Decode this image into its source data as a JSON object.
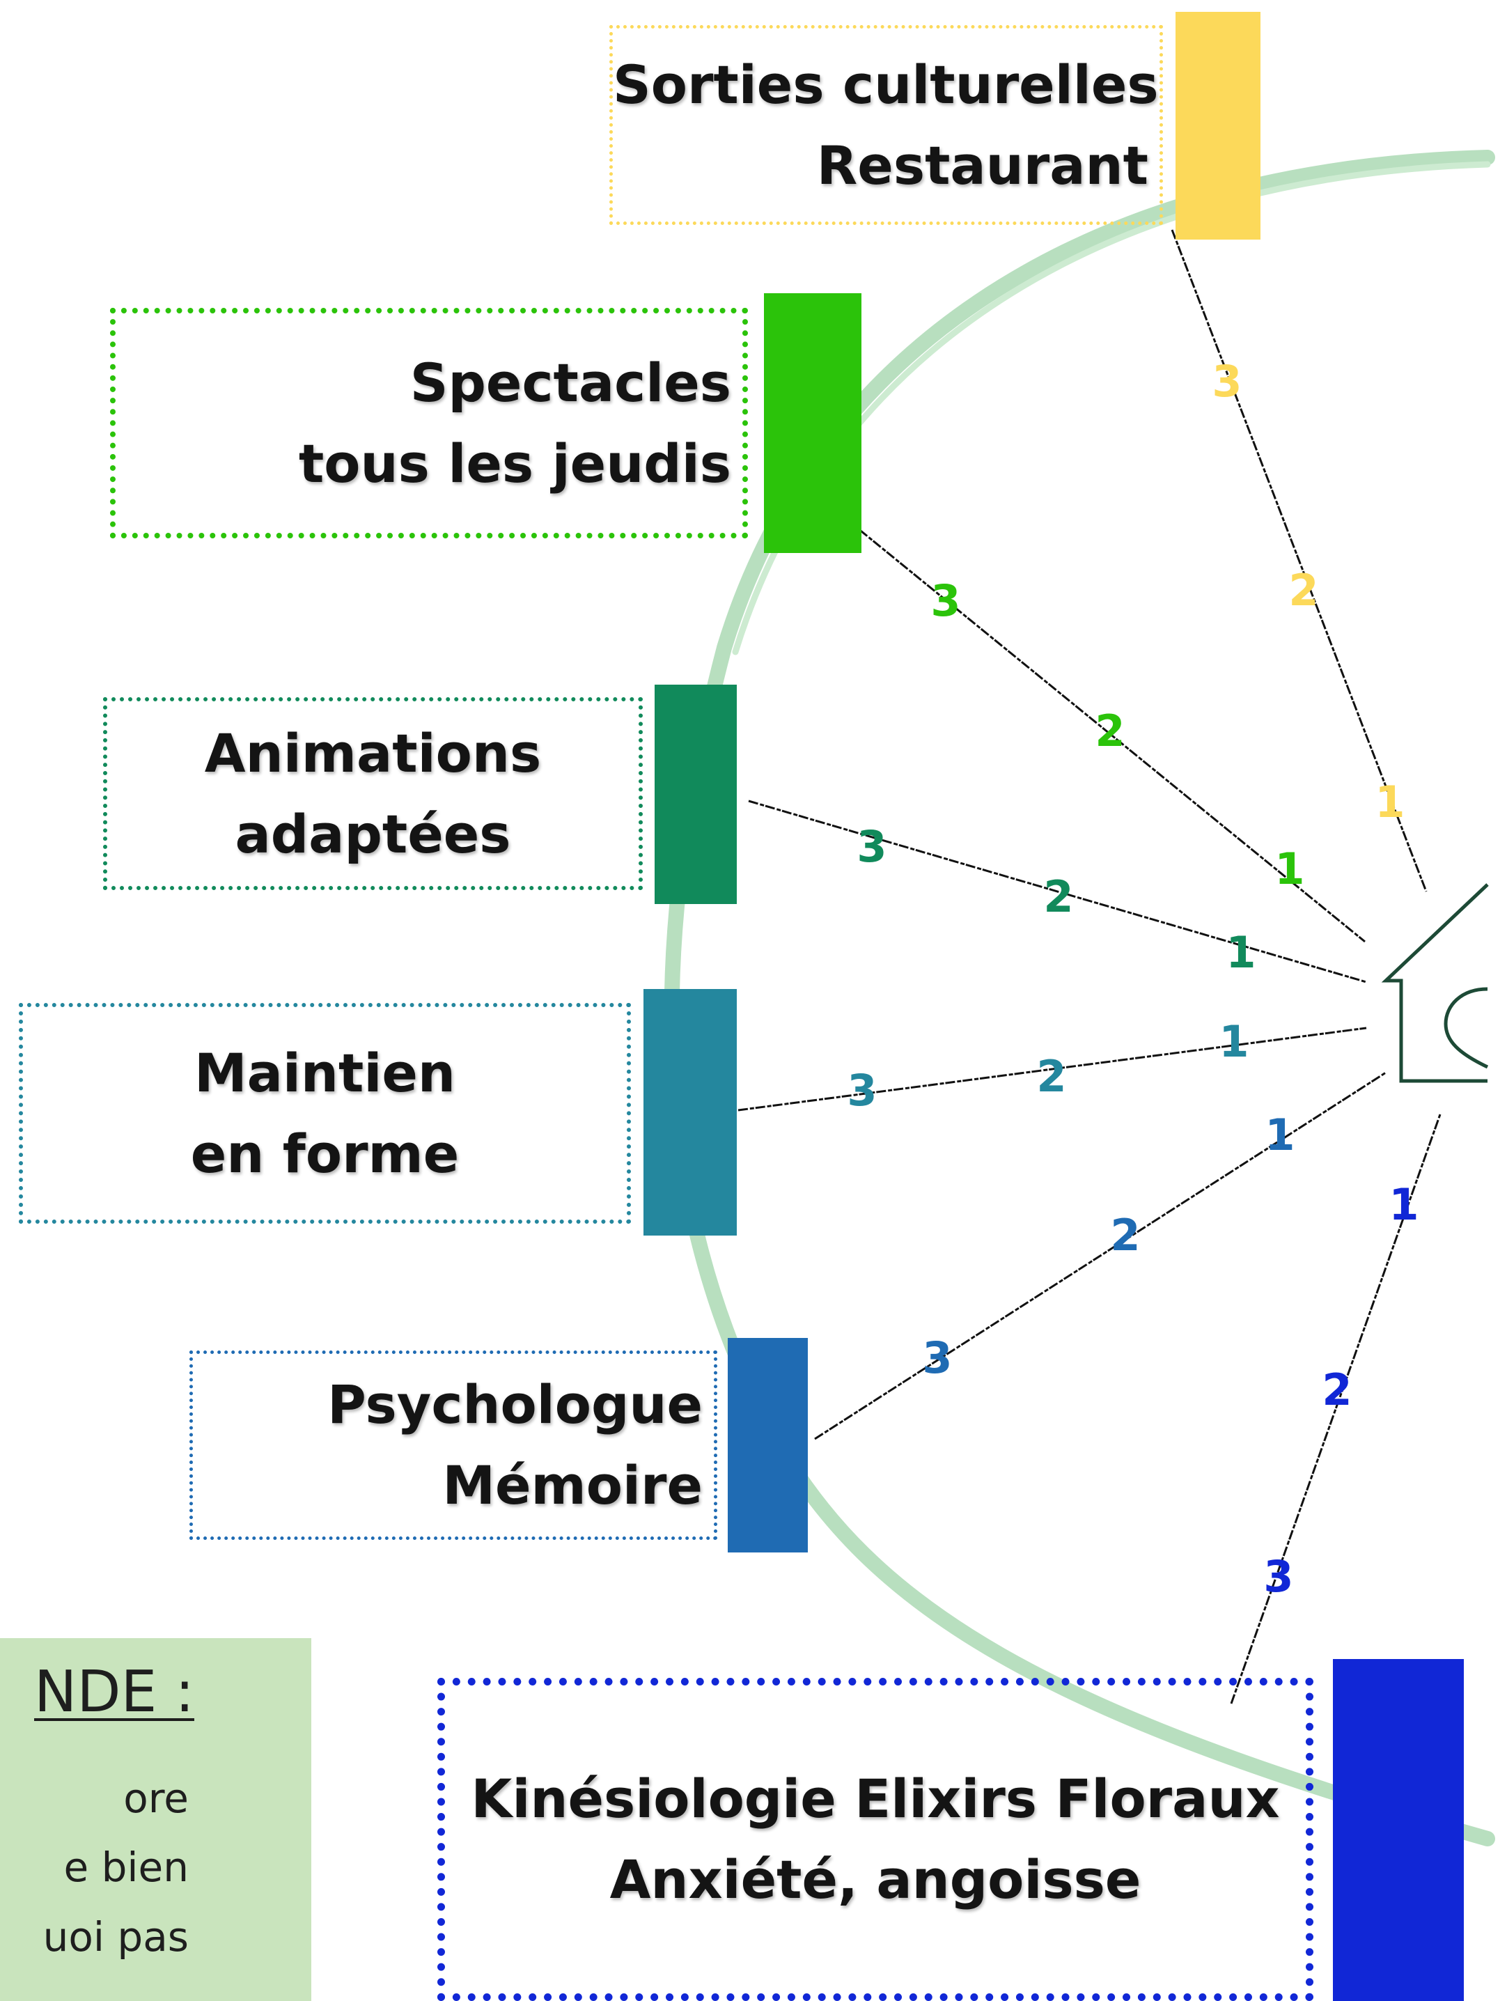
{
  "activities": [
    {
      "lines": [
        "Sorties culturelles",
        "Restaurant"
      ],
      "color": "#fcd95a",
      "ticks": [
        "3",
        "2",
        "1"
      ]
    },
    {
      "lines": [
        "Spectacles",
        "tous les jeudis"
      ],
      "color": "#2bc30a",
      "ticks": [
        "3",
        "2",
        "1"
      ]
    },
    {
      "lines": [
        "Animations",
        "adaptées"
      ],
      "color": "#118a5b",
      "ticks": [
        "3",
        "2",
        "1"
      ]
    },
    {
      "lines": [
        "Maintien",
        "en forme"
      ],
      "color": "#24879e",
      "ticks": [
        "3",
        "2",
        "1"
      ]
    },
    {
      "lines": [
        "Psychologue",
        "Mémoire"
      ],
      "color": "#1f6bb3",
      "ticks": [
        "3",
        "2",
        "1"
      ]
    },
    {
      "lines": [
        "Kinésiologie Elixirs Floraux",
        "Anxiété, angoisse"
      ],
      "color": "#1127d6",
      "ticks": [
        "3",
        "2",
        "1"
      ]
    }
  ],
  "legend": {
    "title": "NDE :",
    "lines": [
      "ore",
      "e bien",
      "uoi pas"
    ]
  },
  "colors": {
    "arc": "#b8dfbf",
    "house": "#1d4a36",
    "connector": "#111111",
    "legend_bg": "#c9e4bd"
  },
  "icons": {
    "center": "house-icon"
  }
}
